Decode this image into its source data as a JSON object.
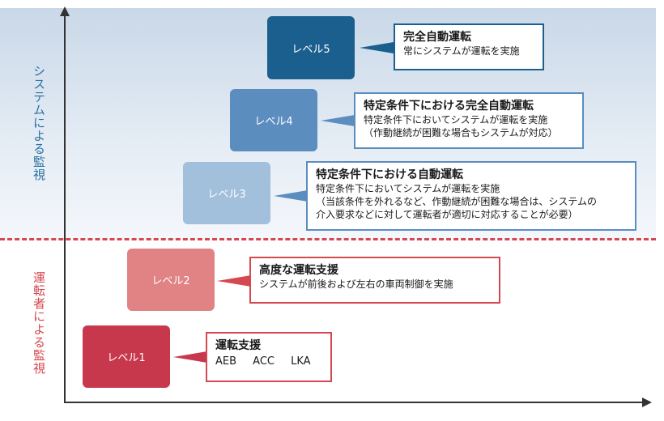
{
  "axis_labels": {
    "system_monitoring": "システムによる監視",
    "driver_monitoring": "運転者による監視"
  },
  "levels": [
    {
      "label": "レベル5",
      "title": "完全自動運転",
      "lines": [
        "常にシステムが運転を実施"
      ]
    },
    {
      "label": "レベル4",
      "title": "特定条件下における完全自動運転",
      "lines": [
        "特定条件下においてシステムが運転を実施",
        "（作動継続が困難な場合もシステムが対応）"
      ]
    },
    {
      "label": "レベル3",
      "title": "特定条件下における自動運転",
      "lines": [
        "特定条件下においてシステムが運転を実施",
        "（当該条件を外れるなど、作動継続が困難な場合は、システムの",
        "介入要求などに対して運転者が適切に対応することが必要）"
      ]
    },
    {
      "label": "レベル2",
      "title": "高度な運転支援",
      "lines": [
        "システムが前後および左右の車両制御を実施"
      ]
    },
    {
      "label": "レベル1",
      "title": "運転支援",
      "tech": [
        "AEB",
        "ACC",
        "LKA"
      ]
    }
  ],
  "colors": {
    "level5": "#1a5f8e",
    "level4": "#5b8dbf",
    "level3": "#a2bfdc",
    "level2": "#e18284",
    "level1": "#c8384d",
    "system_label": "#2a6fa3",
    "driver_label": "#d5484f",
    "divider": "#d5484f"
  }
}
